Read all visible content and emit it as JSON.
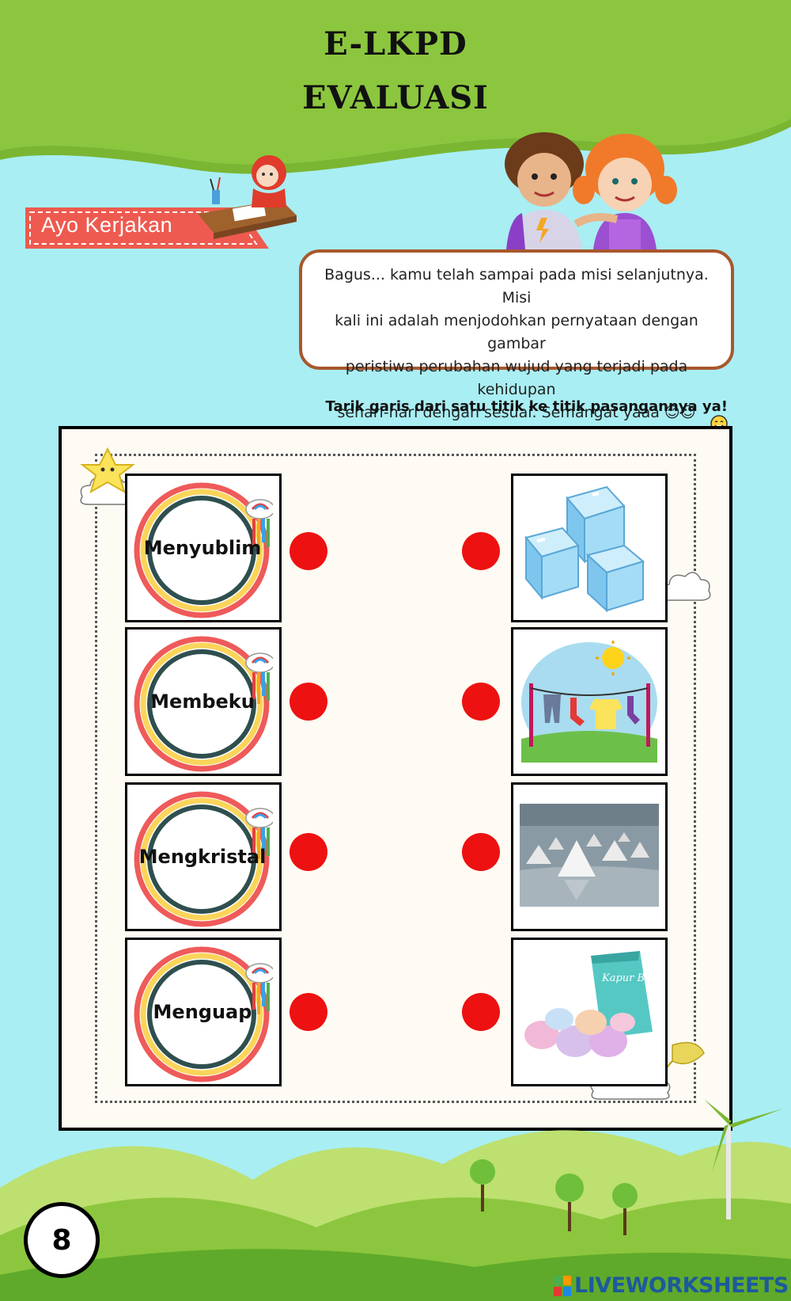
{
  "header": {
    "title_line1": "E-LKPD",
    "title_line2": "EVALUASI"
  },
  "ribbon": {
    "label": "Ayo Kerjakan"
  },
  "bubble": {
    "lines": [
      "Bagus... kamu telah sampai pada misi selanjutnya. Misi",
      "kali ini adalah menjodohkan pernyataan dengan gambar",
      "peristiwa perubahan wujud yang terjadi pada kehidupan",
      "sehari-hari dengan sesuai. Semangat yaaa 😊😉"
    ]
  },
  "instruction": {
    "text": "Tarik garis dari satu titik ke titik pasangannya ya!"
  },
  "matching": {
    "left": [
      {
        "label": "Menyublim"
      },
      {
        "label": "Membeku"
      },
      {
        "label": "Mengkristal"
      },
      {
        "label": "Menguap"
      }
    ],
    "right": [
      {
        "image": "ice-cubes-image"
      },
      {
        "image": "clothesline-drying-image"
      },
      {
        "image": "salt-pans-image"
      },
      {
        "image": "mothballs-kapur-barus-image",
        "text": "Kapur Barus"
      }
    ]
  },
  "footer": {
    "page_number": "8",
    "watermark": "LIVEWORKSHEETS"
  },
  "colors": {
    "sky": "#a9eef3",
    "grass": "#8cc63e",
    "ribbon": "#ee5a4f",
    "dot": "#ee1111",
    "bubble_border": "#a8582d",
    "watermark": "#1c5a9c"
  }
}
